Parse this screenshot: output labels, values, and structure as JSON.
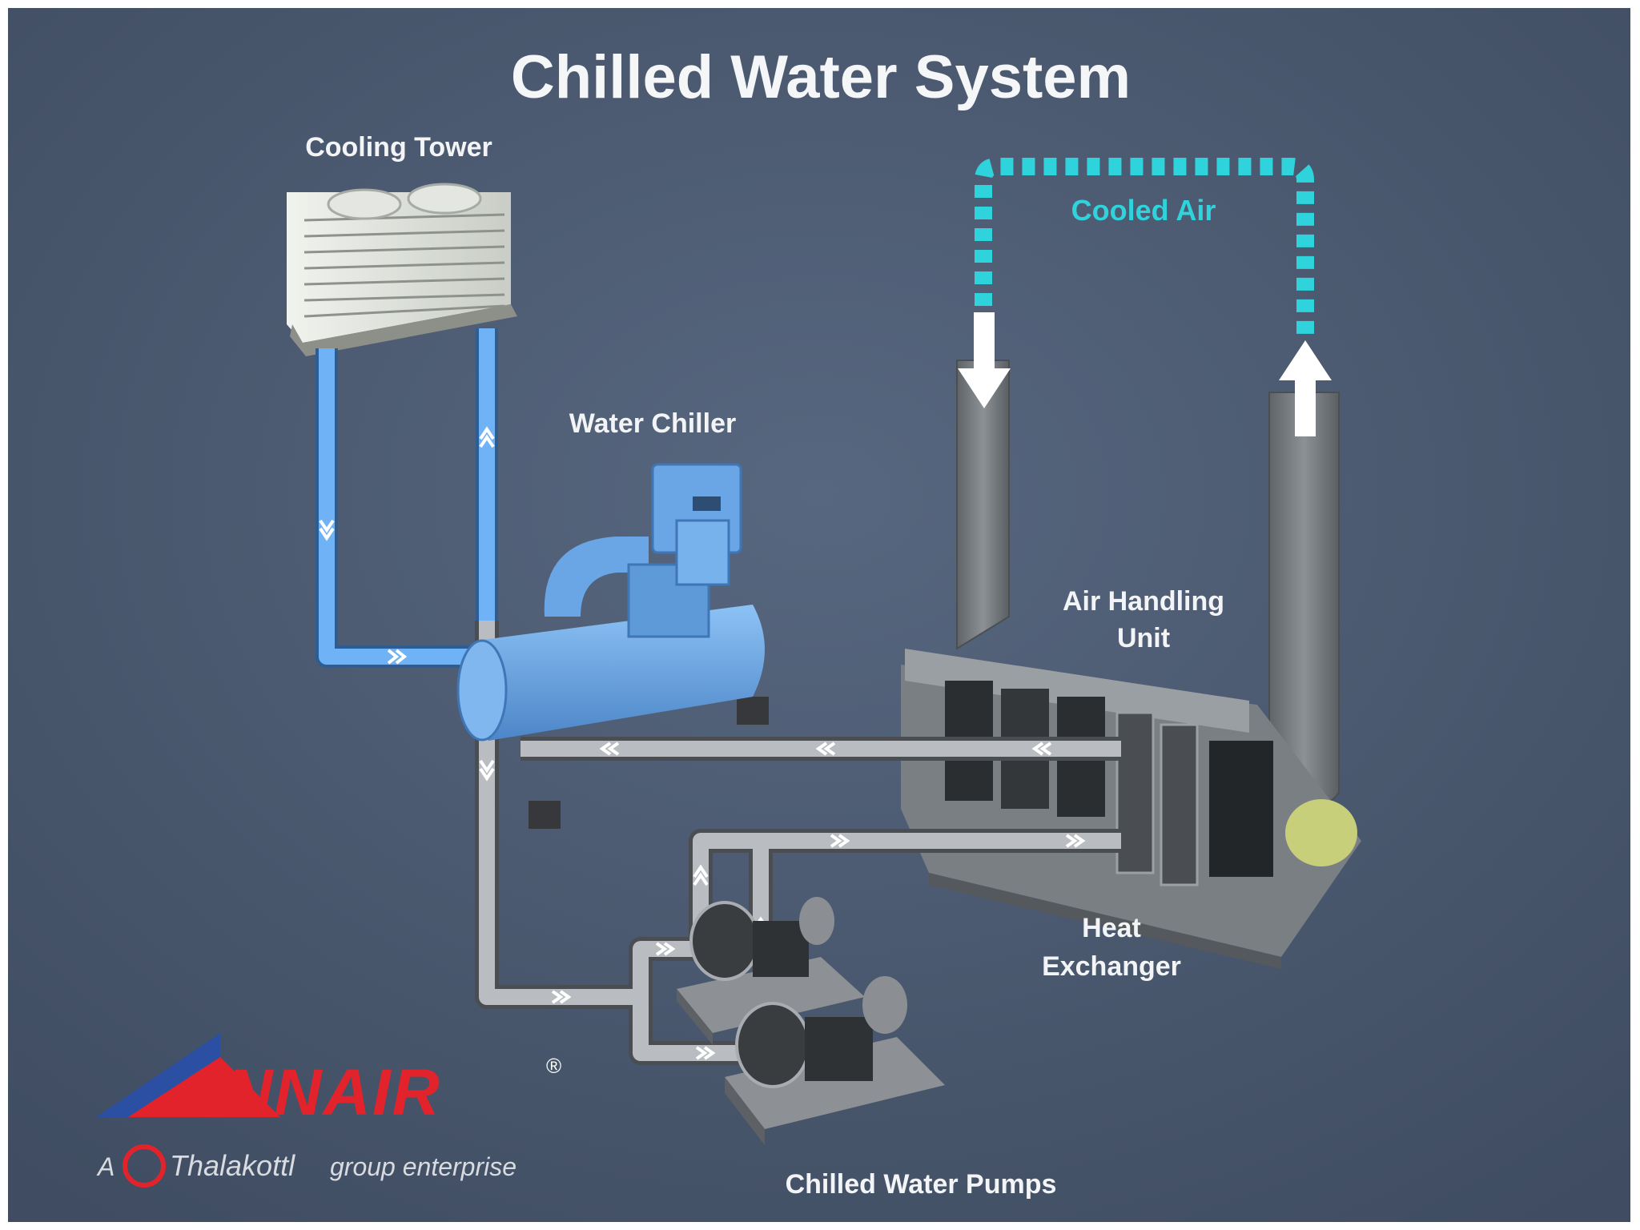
{
  "title": "Chilled Water System",
  "labels": {
    "cooling_tower": "Cooling Tower",
    "water_chiller": "Water Chiller",
    "cooled_air": "Cooled Air",
    "air_handling_unit_line1": "Air Handling",
    "air_handling_unit_line2": "Unit",
    "heat_exchanger_line1": "Heat",
    "heat_exchanger_line2": "Exchanger",
    "chilled_water_pumps": "Chilled Water Pumps"
  },
  "logo": {
    "brand": "ANNAIR",
    "registered": "®",
    "tagline_prefix": "A",
    "tagline_group": "Thalakottl",
    "tagline_suffix": "group enterprise"
  },
  "colors": {
    "background": "#4b5a72",
    "condenser_water": "#6fb2f5",
    "chilled_water_pipe": "#b9bcc0",
    "cooled_air": "#2fd3dc",
    "chiller": "#6aa6e6",
    "logo_red": "#e2232b",
    "logo_blue": "#2b4fa3"
  }
}
